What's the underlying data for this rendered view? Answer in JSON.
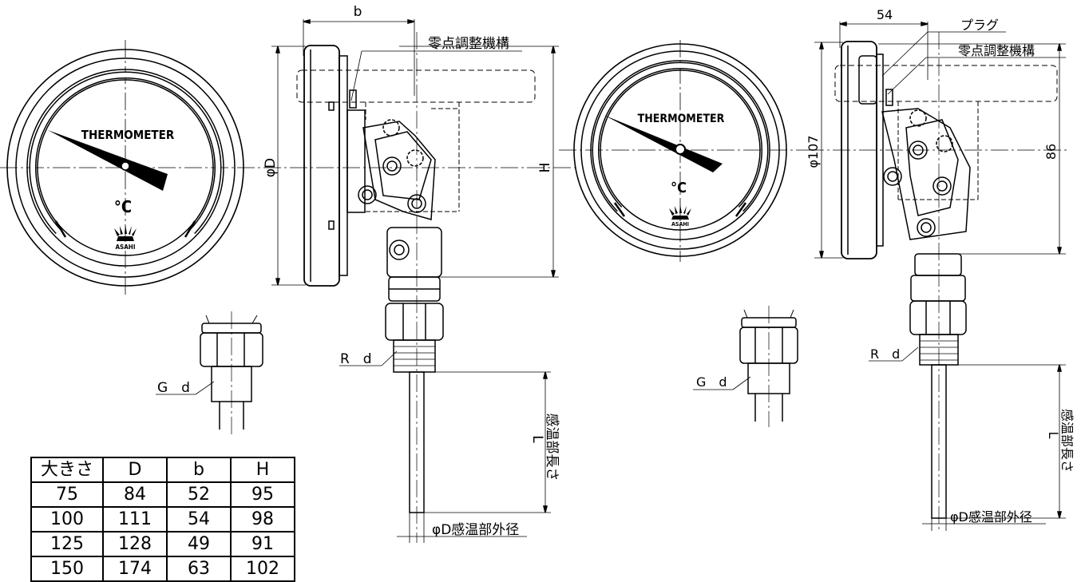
{
  "left_drawing": {
    "dial": {
      "brand_text": "THERMOMETER",
      "unit_text": "°C",
      "logo_text": "ASAHI"
    },
    "labels": {
      "dim_b": "b",
      "zero_adjust": "零点調整機構",
      "dim_phiD": "φD",
      "dim_H": "H",
      "thread_R": "R　d",
      "thread_G": "G　d",
      "length_L": "L",
      "sensing_length": "感温部長さ",
      "sensing_diameter": "φD感温部外径"
    }
  },
  "right_drawing": {
    "dial": {
      "brand_text": "THERMOMETER",
      "unit_text": "°C",
      "logo_text": "ASAHI"
    },
    "labels": {
      "dim_width": "54",
      "plug": "プラグ",
      "zero_adjust": "零点調整機構",
      "dim_diameter": "φ107",
      "dim_height": "86",
      "thread_R": "R　d",
      "thread_G": "G　d",
      "length_L": "L",
      "sensing_length": "感温部長さ",
      "sensing_diameter": "φD感温部外径"
    }
  },
  "size_table": {
    "headers": [
      "大きさ",
      "D",
      "b",
      "H"
    ],
    "rows": [
      [
        "75",
        "84",
        "52",
        "95"
      ],
      [
        "100",
        "111",
        "54",
        "98"
      ],
      [
        "125",
        "128",
        "49",
        "91"
      ],
      [
        "150",
        "174",
        "63",
        "102"
      ]
    ]
  }
}
